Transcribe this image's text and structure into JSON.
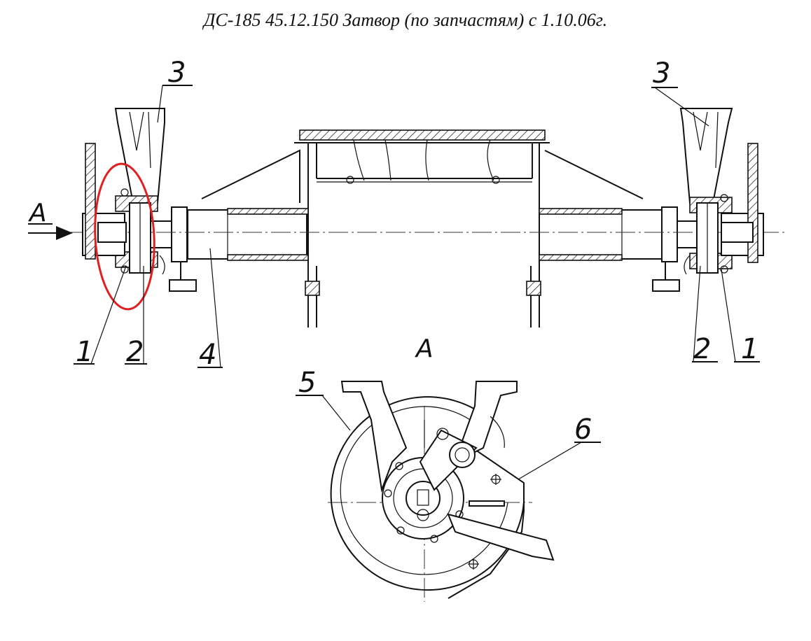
{
  "title": "ДС-185 45.12.150 Затвор (по запчастям) с 1.10.06г.",
  "view_label": "А",
  "arrow_label": "А",
  "callouts": {
    "left_1": "1",
    "left_2": "2",
    "left_3": "3",
    "shaft_4": "4",
    "right_1": "1",
    "right_2": "2",
    "right_3": "3",
    "view_5": "5",
    "view_6": "6"
  },
  "highlight_color": "#e02020"
}
